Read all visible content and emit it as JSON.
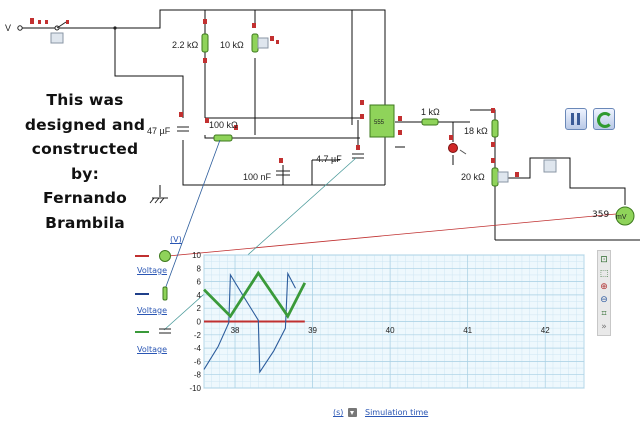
{
  "circuit": {
    "source_label": "V",
    "r_2k2": "2.2 kΩ",
    "r_10k": "10 kΩ",
    "c_47uf": "47 µF",
    "r_100k": "100 kΩ",
    "c_100nf": "100 nF",
    "c_4u7": "4.7 µF",
    "r_1k": "1 kΩ",
    "r_18k": "18 kΩ",
    "r_20k": "20 kΩ",
    "ic_label": "555",
    "meter_value": "359",
    "meter_unit": "mV"
  },
  "credit_lines": [
    "This was",
    "designed and",
    "constructed",
    "by:",
    "Fernando",
    "Brambila"
  ],
  "controls": {
    "pause_icon": "pause-icon",
    "reload_icon": "reload-icon"
  },
  "plot": {
    "unit_label": "(V)",
    "trace_labels": [
      "Voltage",
      "Voltage",
      "Voltage"
    ],
    "time_unit": "(s)",
    "time_label": "Simulation time"
  },
  "chart_data": {
    "type": "line",
    "xlabel": "Simulation time",
    "ylabel": "(V)",
    "xlim": [
      37.6,
      42.5
    ],
    "ylim": [
      -10,
      10
    ],
    "x_ticks": [
      38,
      39,
      40,
      41,
      42
    ],
    "y_ticks": [
      10,
      8,
      6,
      4,
      2,
      0,
      -2,
      -4,
      -6,
      -8,
      -10
    ],
    "grid": true,
    "series": [
      {
        "color": "#c03030",
        "x": [
          37.6,
          38.9
        ],
        "y": [
          0.0,
          0.0
        ]
      },
      {
        "color": "#2c5c9c",
        "x": [
          37.6,
          37.78,
          37.92,
          37.94,
          38.12,
          38.3,
          38.32,
          38.5,
          38.65,
          38.68,
          38.78
        ],
        "y": [
          -7.2,
          -3.8,
          -0.2,
          7.0,
          3.6,
          0.2,
          -7.6,
          -4.4,
          -1.0,
          7.2,
          5.0
        ]
      },
      {
        "color": "#3a9a3a",
        "x": [
          37.6,
          37.94,
          38.3,
          38.68,
          38.9
        ],
        "y": [
          4.8,
          0.8,
          7.3,
          0.8,
          5.8
        ]
      }
    ]
  }
}
